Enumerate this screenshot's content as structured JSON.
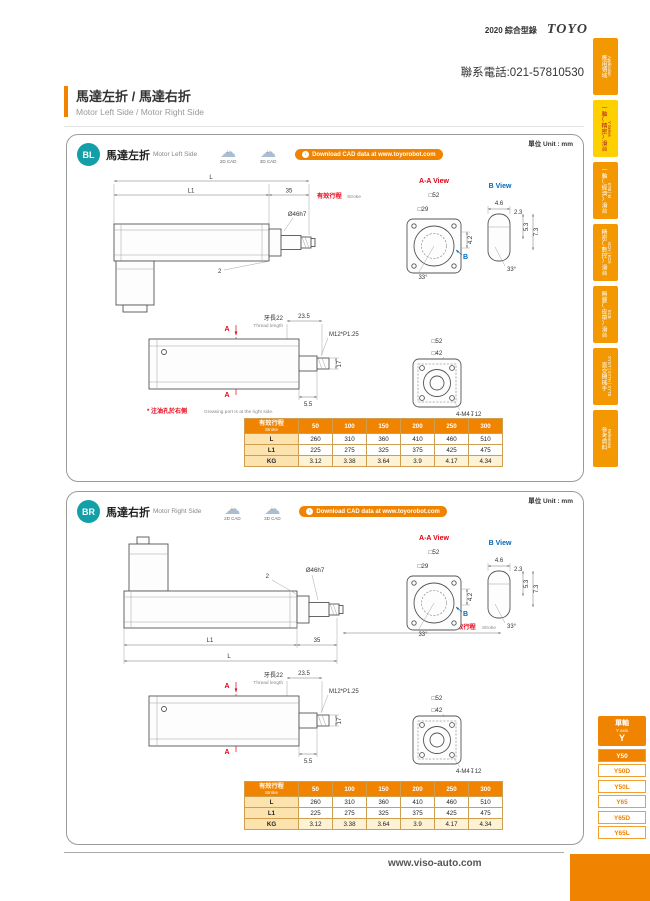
{
  "header": {
    "catalog": "2020 綜合型錄",
    "logo": "TOYO",
    "phone": "聯系電話:021-57810530",
    "title_zh": "馬達左折 / 馬達右折",
    "title_en": "Motor Left Side / Motor Right Side"
  },
  "sidebar": {
    "tabs": [
      {
        "zh": "應用領域",
        "en": "Application"
      },
      {
        "zh": "一軸(精密)滑台",
        "en": "Y Series"
      },
      {
        "zh": "一軸(經濟)滑台",
        "en": "ETB | M"
      },
      {
        "zh": "精密(數控)滑台",
        "en": "GCH | ECH"
      },
      {
        "zh": "無塵(皮帶)滑台",
        "en": "ECB"
      },
      {
        "zh": "直交機械手",
        "en": "XYGT | XYTH | XYTB"
      },
      {
        "zh": "參考資料",
        "en": "Reference"
      }
    ]
  },
  "common": {
    "unit": "單位 Unit : mm",
    "cad2d": "2D CAD",
    "cad3d": "3D CAD",
    "download": "Download CAD data at www.toyorobot.com",
    "note_zh": "* 注油孔於右側",
    "note_en": "Greasing port is at the right side."
  },
  "panel_bl": {
    "badge": "BL",
    "title_zh": "馬達左折",
    "title_en": "Motor Left Side"
  },
  "panel_br": {
    "badge": "BR",
    "title_zh": "馬達右折",
    "title_en": "Motor Right Side"
  },
  "dims": {
    "L": "L",
    "L1": "L1",
    "n35": "35",
    "n2": "2",
    "stroke_zh": "有效行程",
    "stroke_en": "Stroke",
    "rod": "Ø46h7",
    "aa_view": "A-A View",
    "b_view": "B View",
    "sq52": "□52",
    "sq29": "□29",
    "sq42": "□42",
    "n42": "4.2",
    "n46": "4.6",
    "n23": "2.3",
    "n53": "5.3",
    "n73": "7.3",
    "deg33": "33°",
    "thread_zh": "牙長22",
    "thread_en": "Thread length",
    "n235": "23.5",
    "m12": "M12*P1.25",
    "n17": "17",
    "n55": "5.5",
    "m4": "4-M4↧12",
    "A": "A",
    "B": "B"
  },
  "table": {
    "stroke_zh": "有效行程",
    "stroke_en": "Stroke",
    "cols": [
      "50",
      "100",
      "150",
      "200",
      "250",
      "300"
    ],
    "rows": [
      {
        "label": "L",
        "values": [
          "260",
          "310",
          "360",
          "410",
          "460",
          "510"
        ]
      },
      {
        "label": "L1",
        "values": [
          "225",
          "275",
          "325",
          "375",
          "425",
          "475"
        ]
      },
      {
        "label": "KG",
        "values": [
          "3.12",
          "3.38",
          "3.64",
          "3.9",
          "4.17",
          "4.34"
        ]
      }
    ]
  },
  "axis": {
    "zh": "單軸",
    "en": "Y axis",
    "letter": "Y",
    "items": [
      "Y50",
      "Y50D",
      "Y50L",
      "Y65",
      "Y65D",
      "Y65L"
    ]
  },
  "footer": {
    "site": "www.viso-auto.com"
  }
}
